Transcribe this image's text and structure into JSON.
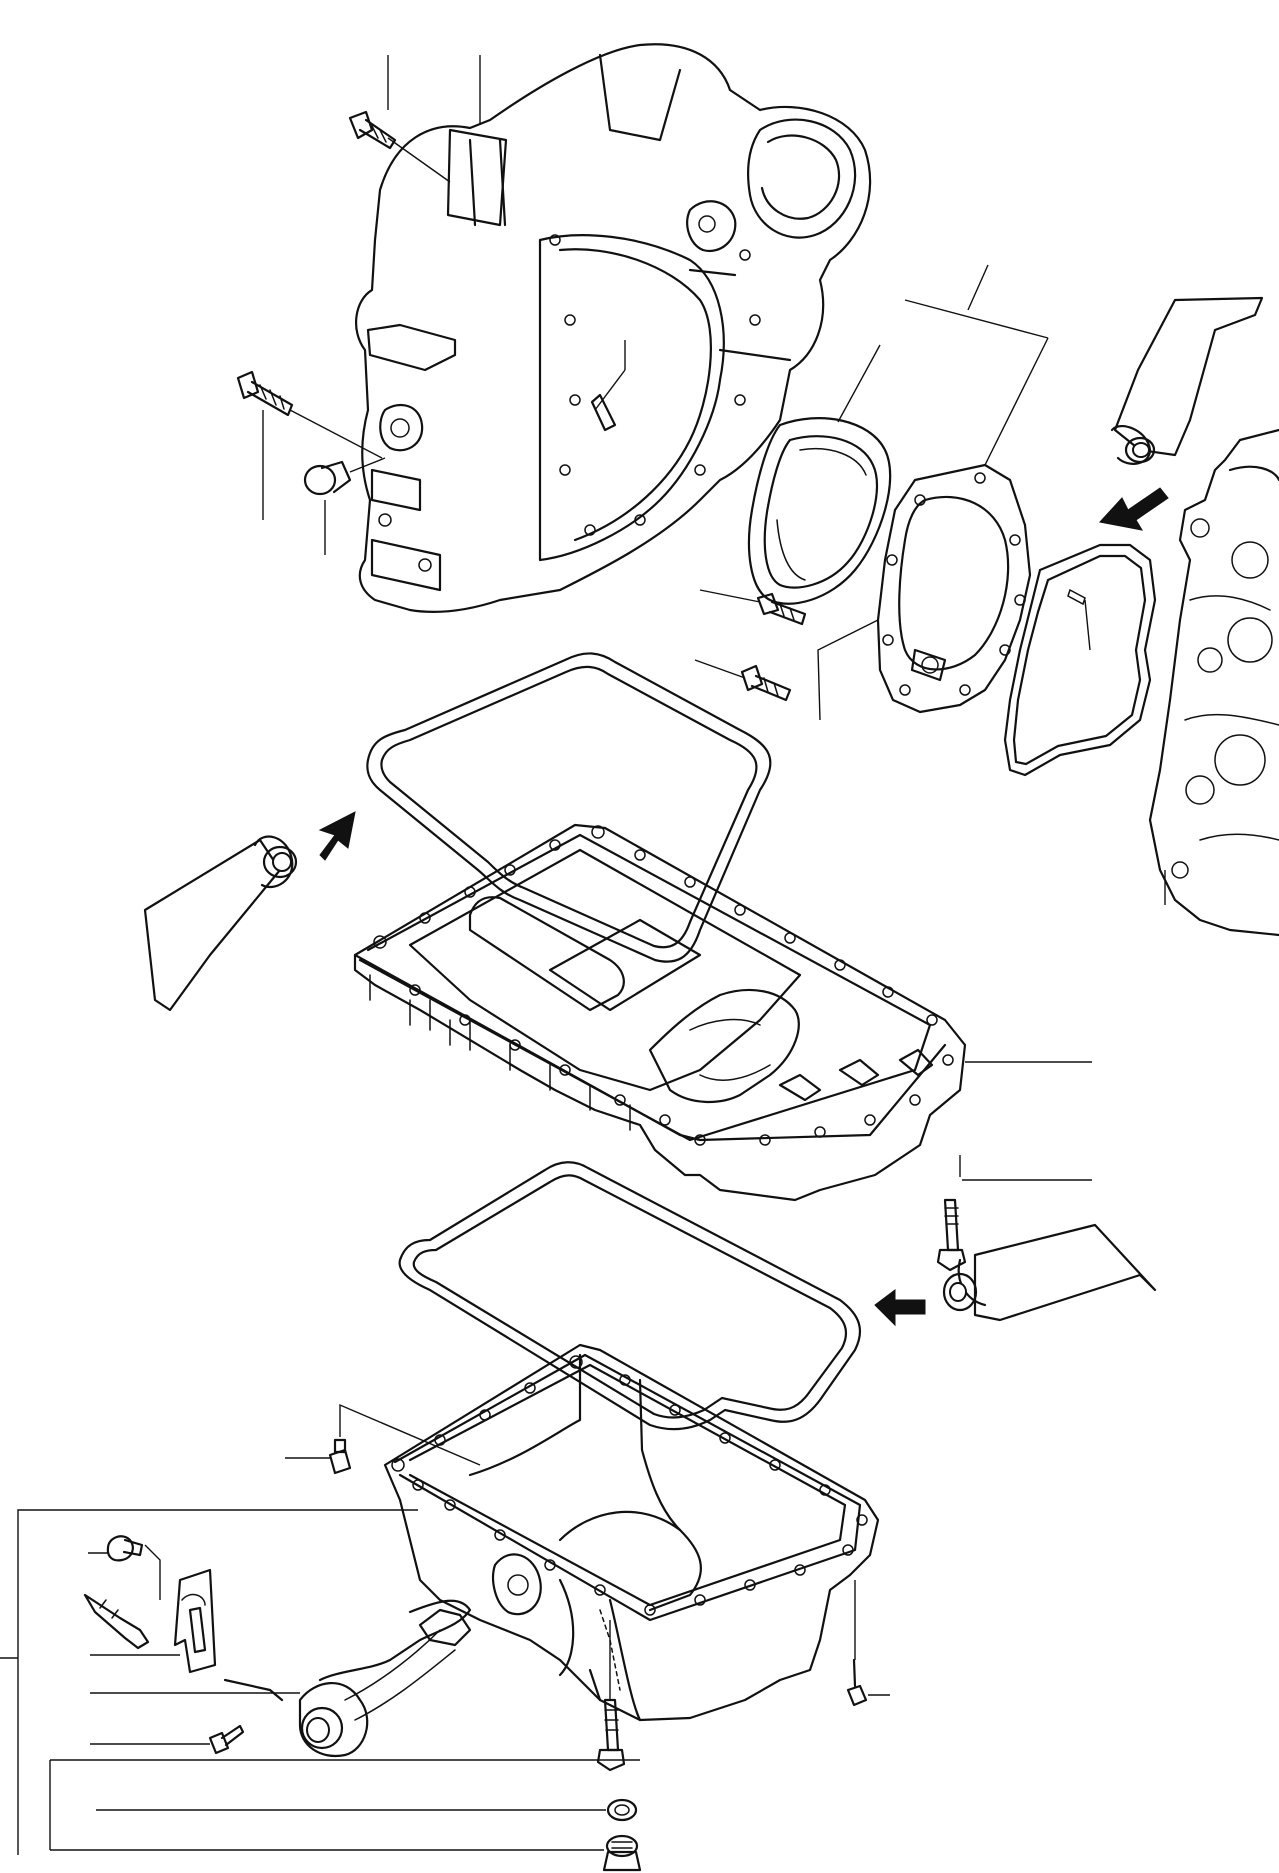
{
  "diagram": {
    "parts": [
      {
        "id": "flywheel-housing"
      },
      {
        "id": "rear-oil-seal"
      },
      {
        "id": "rear-end-plate"
      },
      {
        "id": "end-plate-gasket"
      },
      {
        "id": "housing-bolt-upper"
      },
      {
        "id": "housing-bolt-lower"
      },
      {
        "id": "housing-plug"
      },
      {
        "id": "plate-bolt-upper"
      },
      {
        "id": "plate-bolt-lower"
      },
      {
        "id": "upper-oil-pan-gasket"
      },
      {
        "id": "oil-pan-upper"
      },
      {
        "id": "upper-pan-bolt"
      },
      {
        "id": "lower-oil-pan-gasket"
      },
      {
        "id": "oil-pan-lower"
      },
      {
        "id": "pan-bolt-left"
      },
      {
        "id": "pan-bolt-right"
      },
      {
        "id": "pan-bolt-bottom"
      },
      {
        "id": "level-gauge-bracket-bolt"
      },
      {
        "id": "level-gauge-bracket"
      },
      {
        "id": "level-gauge-wire"
      },
      {
        "id": "oil-level-sensor"
      },
      {
        "id": "sensor-bolt"
      },
      {
        "id": "drain-washer"
      },
      {
        "id": "drain-plug"
      }
    ],
    "sealant_tubes": 3,
    "arrow_direction": [
      "down-left",
      "up-right",
      "left"
    ],
    "colors": {
      "line": "#111111",
      "background": "#ffffff"
    }
  }
}
